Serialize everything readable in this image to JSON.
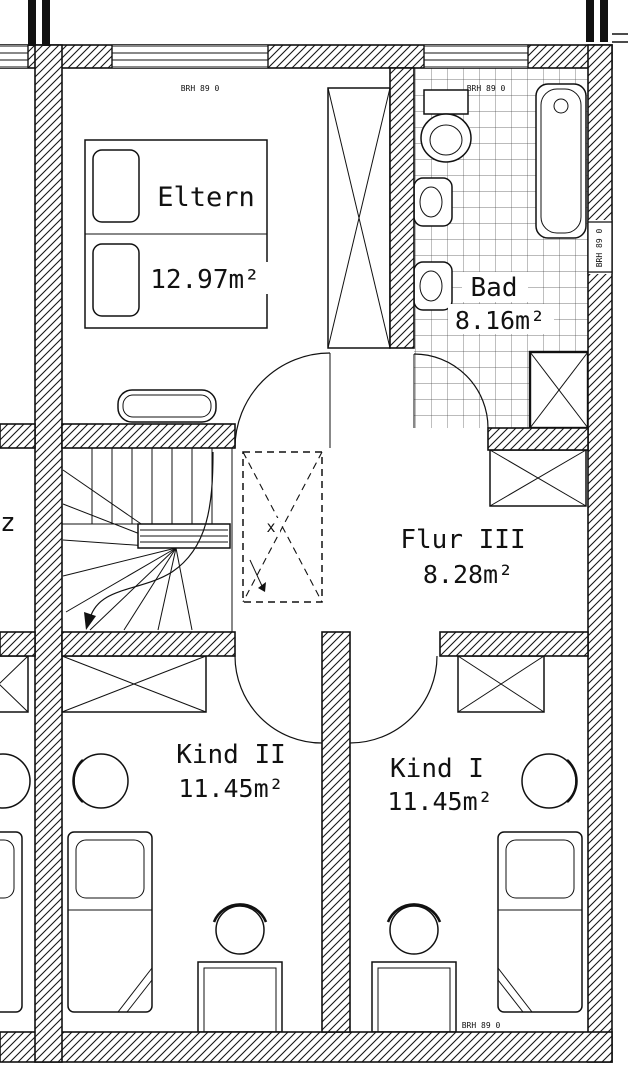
{
  "floorplan": {
    "rooms": {
      "eltern": {
        "label": "Eltern",
        "area": "12.97m²"
      },
      "bad": {
        "label": "Bad",
        "area": "8.16m²"
      },
      "flur": {
        "label": "Flur III",
        "area": "8.28m²"
      },
      "kind2": {
        "label": "Kind II",
        "area": "11.45m²"
      },
      "kind1": {
        "label": "Kind I",
        "area": "11.45m²"
      }
    },
    "annotations": {
      "brh_window_eltern": "BRH 89 0",
      "brh_window_bad": "BRH 89 0",
      "brh_window_right": "BRH 89 0",
      "brh_window_bottom": "BRH 89 0",
      "neighbor_label_fragment": "z",
      "shaft_mark": "x"
    },
    "colors": {
      "ink": "#111111",
      "paper": "#ffffff"
    }
  }
}
